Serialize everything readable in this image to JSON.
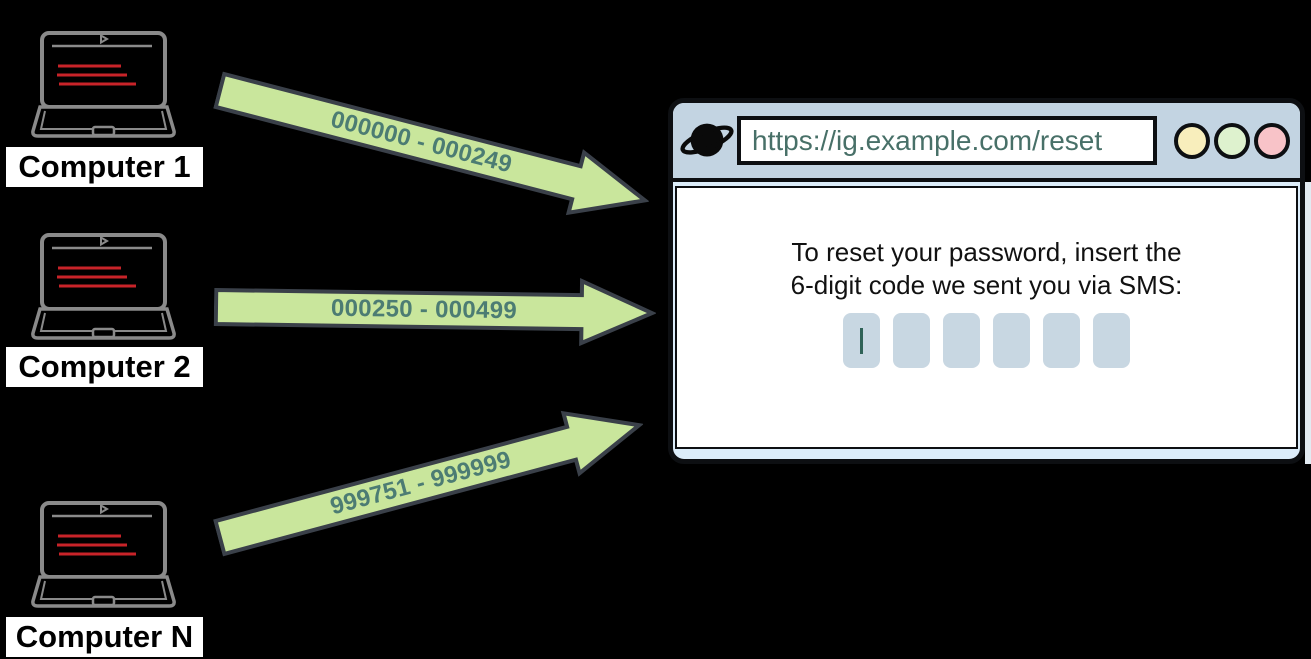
{
  "background_color": "#000000",
  "computers": [
    {
      "label": "Computer 1"
    },
    {
      "label": "Computer 2"
    },
    {
      "label": "Computer N"
    }
  ],
  "arrows": [
    {
      "label": "000000 - 000249"
    },
    {
      "label": "000250 - 000499"
    },
    {
      "label": "999751 - 999999"
    }
  ],
  "browser": {
    "logo_icon": "planet-icon",
    "url": "https://ig.example.com/reset",
    "window_buttons": [
      {
        "name": "button-yellow",
        "color": "#f8eebc"
      },
      {
        "name": "button-green",
        "color": "#def2ce"
      },
      {
        "name": "button-pink",
        "color": "#f8c3c8"
      }
    ],
    "page": {
      "instruction_line1": "To reset your password, insert the",
      "instruction_line2": "6-digit code we sent you via SMS:",
      "code_box_count": 6,
      "code_values": [
        "",
        "",
        "",
        "",
        "",
        ""
      ],
      "cursor_in_box": 1
    }
  },
  "colors": {
    "arrow_fill": "#c9e69c",
    "arrow_border": "#3a4049",
    "arrow_text": "#4c7c73",
    "url_text": "#487068",
    "browser_header": "#c3d4e2",
    "browser_body": "#dcedfa",
    "code_box": "#c8d7e2",
    "cursor": "#2f6257",
    "laptop_outline": "#8a8a8a",
    "laptop_screen_lines": "#c82329",
    "label_background": "#ffffff"
  }
}
